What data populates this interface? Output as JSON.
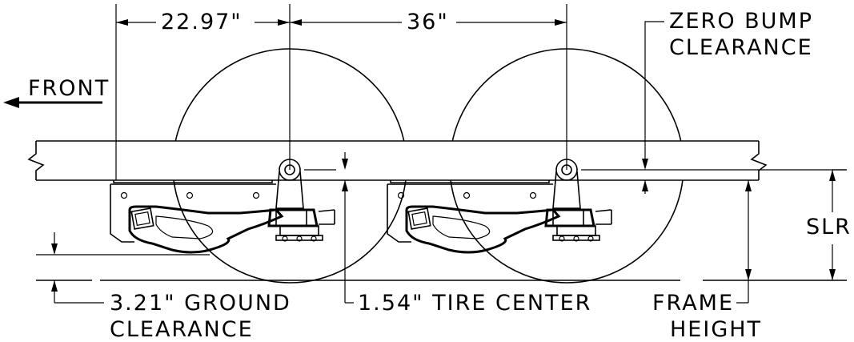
{
  "dimensions": {
    "front_spacing": "22.97\"",
    "axle_spacing": "36\""
  },
  "labels": {
    "front": "FRONT",
    "zero_bump_line1": "ZERO BUMP",
    "zero_bump_line2": "CLEARANCE",
    "slr": "SLR",
    "ground_clearance_line1": "3.21\"  GROUND",
    "ground_clearance_line2": "CLEARANCE",
    "tire_center": "1.54\"  TIRE CENTER",
    "frame_height_line1": "FRAME",
    "frame_height_line2": "HEIGHT"
  }
}
